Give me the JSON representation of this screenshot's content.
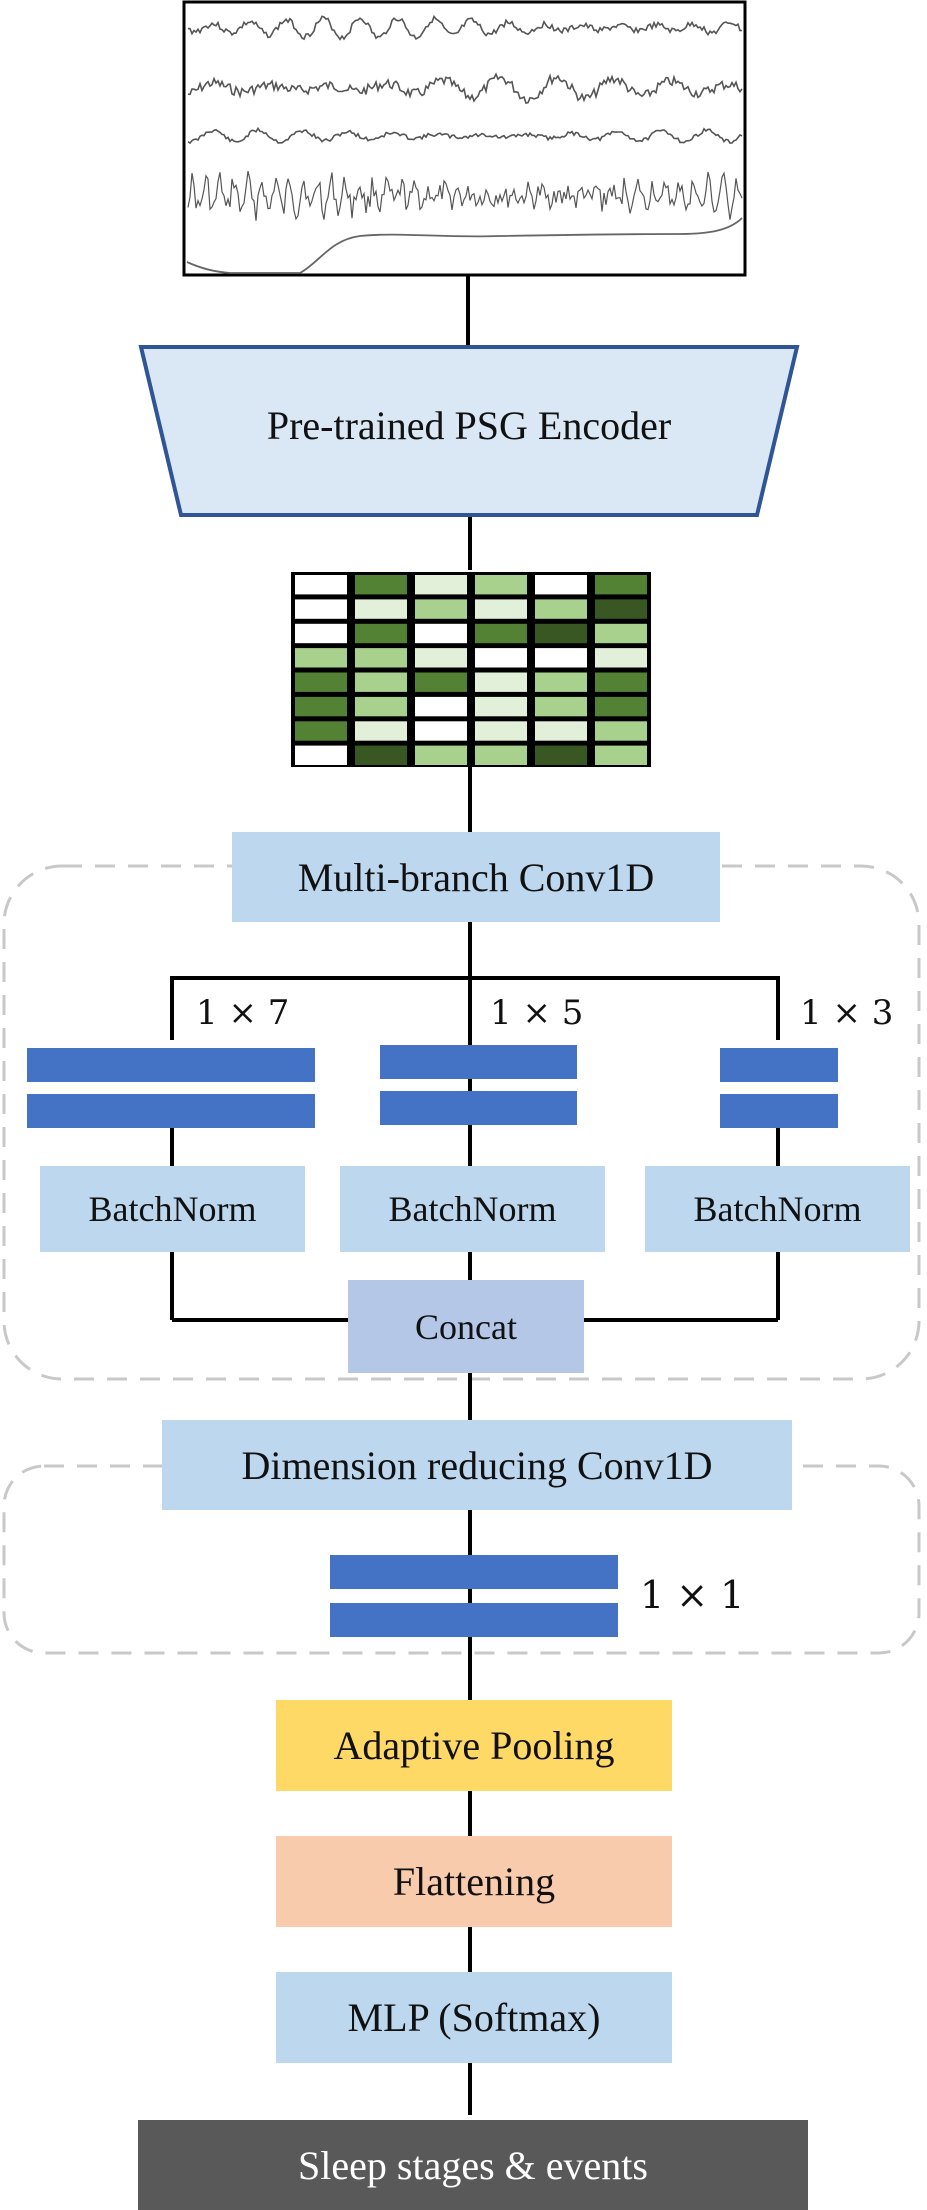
{
  "encoder": {
    "label": "Pre-trained PSG Encoder"
  },
  "multi_branch": {
    "title": "Multi-branch Conv1D",
    "branches": [
      {
        "kernel": "1 × 7",
        "norm": "BatchNorm"
      },
      {
        "kernel": "1 × 5",
        "norm": "BatchNorm"
      },
      {
        "kernel": "1 × 3",
        "norm": "BatchNorm"
      }
    ],
    "concat": "Concat"
  },
  "dim_reduce": {
    "title": "Dimension reducing Conv1D",
    "kernel": "1 × 1"
  },
  "pooling": {
    "label": "Adaptive Pooling"
  },
  "flattening": {
    "label": "Flattening"
  },
  "mlp": {
    "label": "MLP (Softmax)"
  },
  "output": {
    "label": "Sleep stages & events"
  },
  "colors": {
    "block_light": "#bdd7ee",
    "concat": "#b4c7e7",
    "pooling": "#ffd966",
    "flattening": "#f8cbad",
    "output": "#595959",
    "conv_bar": "#4472c4",
    "encoder_fill": "#dae8f5",
    "encoder_border": "#2f5597"
  }
}
